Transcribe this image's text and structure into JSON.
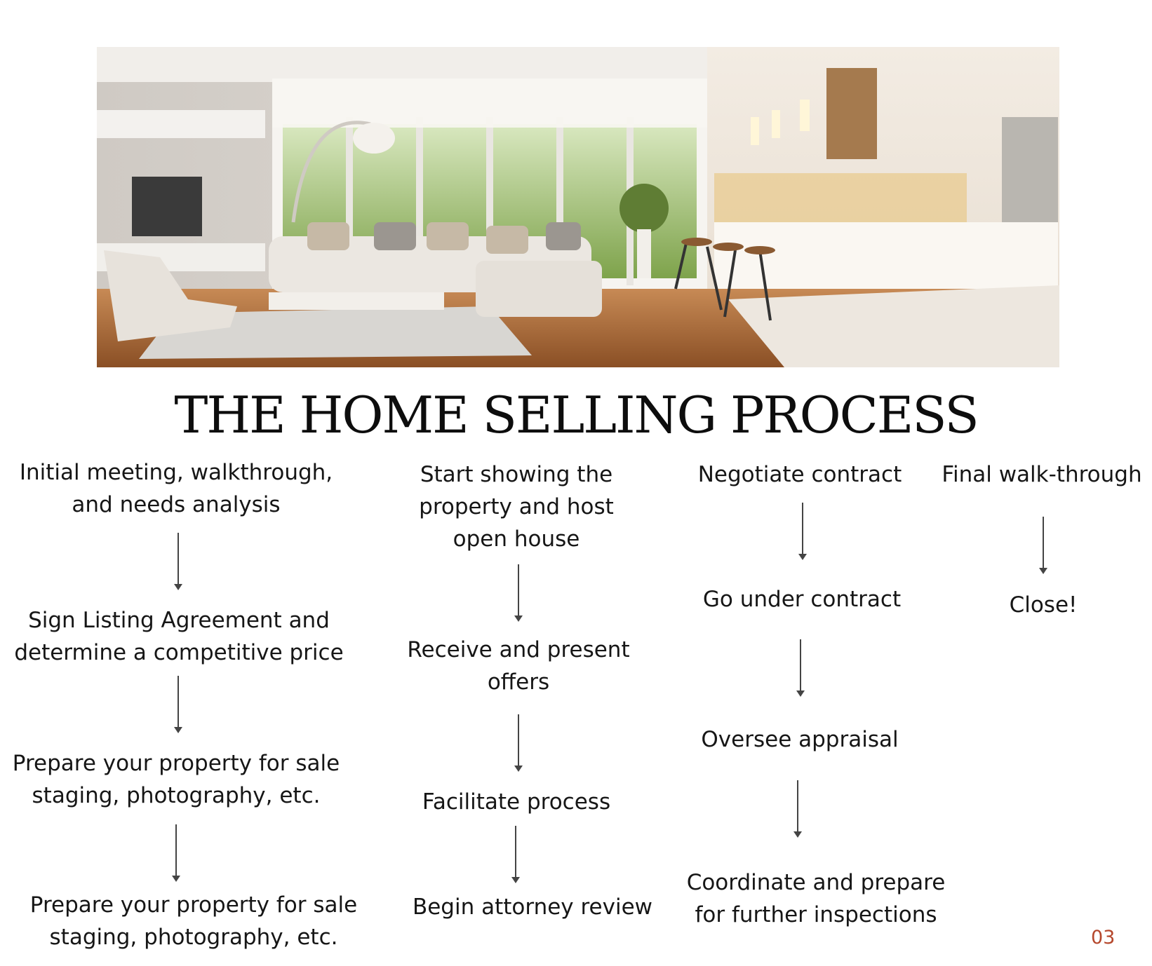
{
  "title": "THE HOME SELLING PROCESS",
  "hero_image": {
    "icon": "living-room-kitchen-photo"
  },
  "columns": [
    {
      "steps": [
        {
          "lines": [
            "Initial meeting, walkthrough,",
            "and needs analysis"
          ]
        },
        {
          "lines": [
            "Sign Listing Agreement and",
            "determine a competitive price"
          ]
        },
        {
          "lines": [
            "Prepare your property for sale",
            "staging, photography, etc."
          ]
        },
        {
          "lines": [
            "Prepare your property for sale",
            "staging, photography, etc."
          ]
        }
      ]
    },
    {
      "steps": [
        {
          "lines": [
            "Start showing the",
            "property and host",
            "open house"
          ]
        },
        {
          "lines": [
            "Receive and present",
            "offers"
          ]
        },
        {
          "lines": [
            "Facilitate process"
          ]
        },
        {
          "lines": [
            "Begin attorney review"
          ]
        }
      ]
    },
    {
      "steps": [
        {
          "lines": [
            "Negotiate contract"
          ]
        },
        {
          "lines": [
            "Go under contract"
          ]
        },
        {
          "lines": [
            "Oversee appraisal"
          ]
        },
        {
          "lines": [
            "Coordinate and prepare",
            "for further inspections"
          ]
        }
      ]
    },
    {
      "steps": [
        {
          "lines": [
            "Final walk-through"
          ]
        },
        {
          "lines": [
            "Close!"
          ]
        }
      ]
    }
  ],
  "page_number": "03",
  "colors": {
    "accent": "#b5472c",
    "arrow": "#444444",
    "text": "#161616"
  }
}
